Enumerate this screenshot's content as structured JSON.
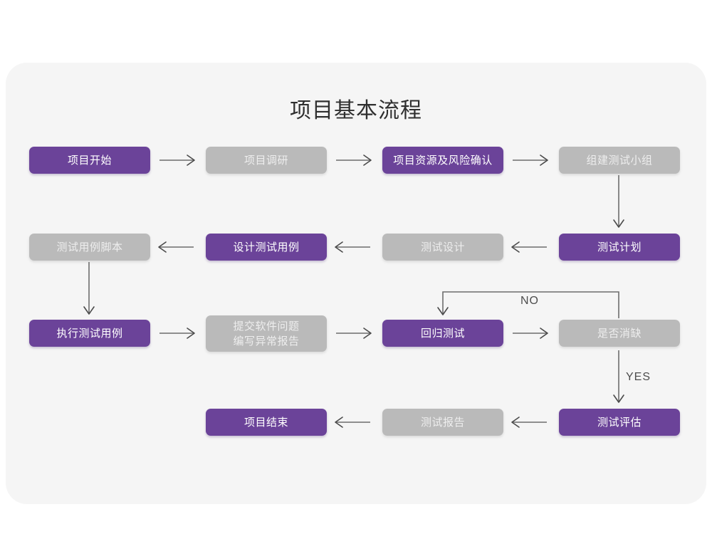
{
  "page": {
    "background": "#ffffff",
    "card_background": "#f5f5f5"
  },
  "colors": {
    "purple": "#6b4399",
    "gray": "#bababa",
    "line": "#6d6d6d",
    "title_text": "#2f2f2f"
  },
  "title": "项目基本流程",
  "nodes": {
    "n1": {
      "label": "项目开始",
      "style": "purple"
    },
    "n2": {
      "label": "项目调研",
      "style": "gray"
    },
    "n3": {
      "label": "项目资源及风险确认",
      "style": "purple"
    },
    "n4": {
      "label": "组建测试小组",
      "style": "gray"
    },
    "n5": {
      "label": "测试计划",
      "style": "purple"
    },
    "n6": {
      "label": "测试设计",
      "style": "gray"
    },
    "n7": {
      "label": "设计测试用例",
      "style": "purple"
    },
    "n8": {
      "label": "测试用例脚本",
      "style": "gray"
    },
    "n9": {
      "label": "执行测试用例",
      "style": "purple"
    },
    "n10": {
      "label_line1": "提交软件问题",
      "label_line2": "编写异常报告",
      "style": "gray"
    },
    "n11": {
      "label": "回归测试",
      "style": "purple"
    },
    "n12": {
      "label": "是否消缺",
      "style": "gray"
    },
    "n13": {
      "label": "测试评估",
      "style": "purple"
    },
    "n14": {
      "label": "测试报告",
      "style": "gray"
    },
    "n15": {
      "label": "项目结束",
      "style": "purple"
    }
  },
  "branch_labels": {
    "no": "NO",
    "yes": "YES"
  }
}
